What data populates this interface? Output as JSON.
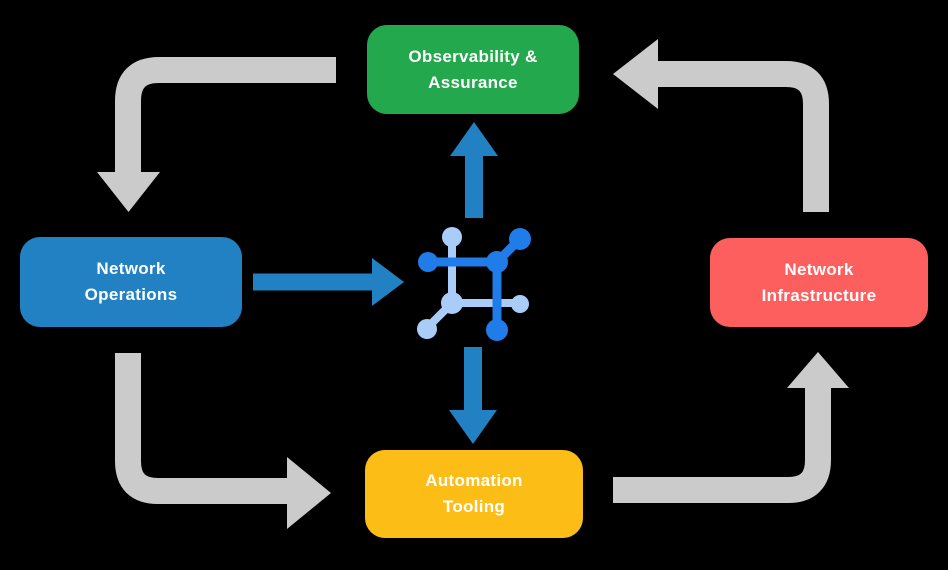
{
  "diagram": {
    "background": "#000000",
    "text_color": "#ffffff",
    "nodes": {
      "observability": {
        "label": "Observability &\nAssurance",
        "color": "#24a84d"
      },
      "operations": {
        "label": "Network\nOperations",
        "color": "#2181c2"
      },
      "infrastructure": {
        "label": "Network\nInfrastructure",
        "color": "#fd5f5f"
      },
      "tooling": {
        "label": "Automation\nTooling",
        "color": "#fdbd17"
      }
    },
    "arrows": {
      "cycle_color": "#cbcbcb",
      "center_flow_color": "#2181c2",
      "cycle": [
        "observability-to-operations",
        "operations-to-tooling",
        "tooling-to-infrastructure",
        "infrastructure-to-observability"
      ],
      "center_flows": [
        "operations-to-center-icon",
        "center-icon-to-observability",
        "center-icon-to-tooling"
      ]
    },
    "center_icon": {
      "name": "network-automation-icon",
      "dark_blue": "#1f7ce8",
      "light_blue": "#a9cdf8"
    }
  }
}
